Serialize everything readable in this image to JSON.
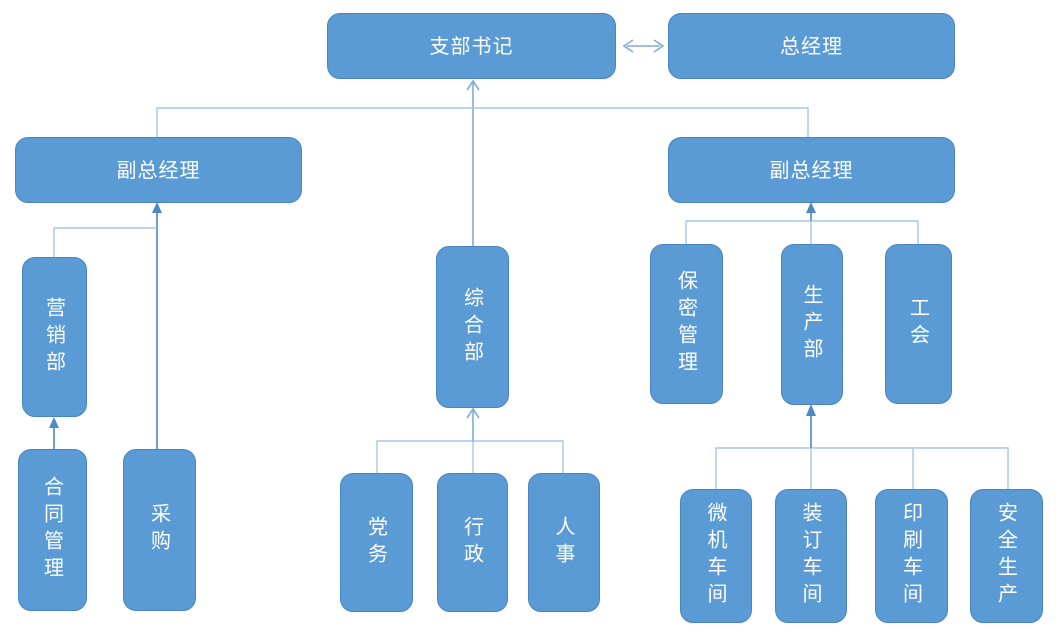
{
  "diagram": {
    "type": "org-chart",
    "colors": {
      "node_fill": "#5B9BD5",
      "node_border": "#4A84C0",
      "connector_line": "#A5C6E9",
      "connector_accent": "#6B9FD8",
      "arrowhead_solid": "#4E88C7",
      "arrowhead_chevron": "#7EACE0",
      "node_text": "#FFFFFF",
      "background": "#FFFFFF"
    },
    "nodes": {
      "branch_secretary": {
        "label": "支部书记"
      },
      "general_manager": {
        "label": "总经理"
      },
      "deputy_gm_left": {
        "label": "副总经理"
      },
      "deputy_gm_right": {
        "label": "副总经理"
      },
      "marketing_dept": {
        "label": "营销部"
      },
      "general_affairs_dept": {
        "label": "综合部"
      },
      "confidentiality_mgmt": {
        "label": "保密管理"
      },
      "production_dept": {
        "label": "生产部"
      },
      "labor_union": {
        "label": "工会"
      },
      "contract_mgmt": {
        "label": "合同管理"
      },
      "procurement": {
        "label": "采购"
      },
      "party_affairs": {
        "label": "党务"
      },
      "administration": {
        "label": "行政"
      },
      "human_resources": {
        "label": "人事"
      },
      "computer_workshop": {
        "label": "微机车间"
      },
      "binding_workshop": {
        "label": "装订车间"
      },
      "printing_workshop": {
        "label": "印刷车间"
      },
      "safety_production": {
        "label": "安全生产"
      }
    },
    "edges": [
      {
        "from": "支部书记",
        "to": "总经理",
        "style": "double-arrow"
      },
      {
        "from": "综合部",
        "to": "支部书记",
        "style": "chevron-arrow"
      },
      {
        "from": "副总经理(左)",
        "to": "支部书记",
        "style": "line"
      },
      {
        "from": "副总经理(右)",
        "to": "支部书记",
        "style": "line"
      },
      {
        "from": "营销部",
        "to": "副总经理(左)",
        "style": "solid-arrow"
      },
      {
        "from": "采购",
        "to": "副总经理(左)",
        "style": "solid-arrow"
      },
      {
        "from": "合同管理",
        "to": "营销部",
        "style": "solid-arrow"
      },
      {
        "from": "保密管理",
        "to": "副总经理(右)",
        "style": "solid-arrow"
      },
      {
        "from": "生产部",
        "to": "副总经理(右)",
        "style": "solid-arrow"
      },
      {
        "from": "工会",
        "to": "副总经理(右)",
        "style": "solid-arrow"
      },
      {
        "from": "党务",
        "to": "综合部",
        "style": "chevron-arrow"
      },
      {
        "from": "行政",
        "to": "综合部",
        "style": "chevron-arrow"
      },
      {
        "from": "人事",
        "to": "综合部",
        "style": "chevron-arrow"
      },
      {
        "from": "微机车间",
        "to": "生产部",
        "style": "solid-arrow"
      },
      {
        "from": "装订车间",
        "to": "生产部",
        "style": "solid-arrow"
      },
      {
        "from": "印刷车间",
        "to": "生产部",
        "style": "solid-arrow"
      },
      {
        "from": "安全生产",
        "to": "生产部",
        "style": "solid-arrow"
      }
    ]
  }
}
